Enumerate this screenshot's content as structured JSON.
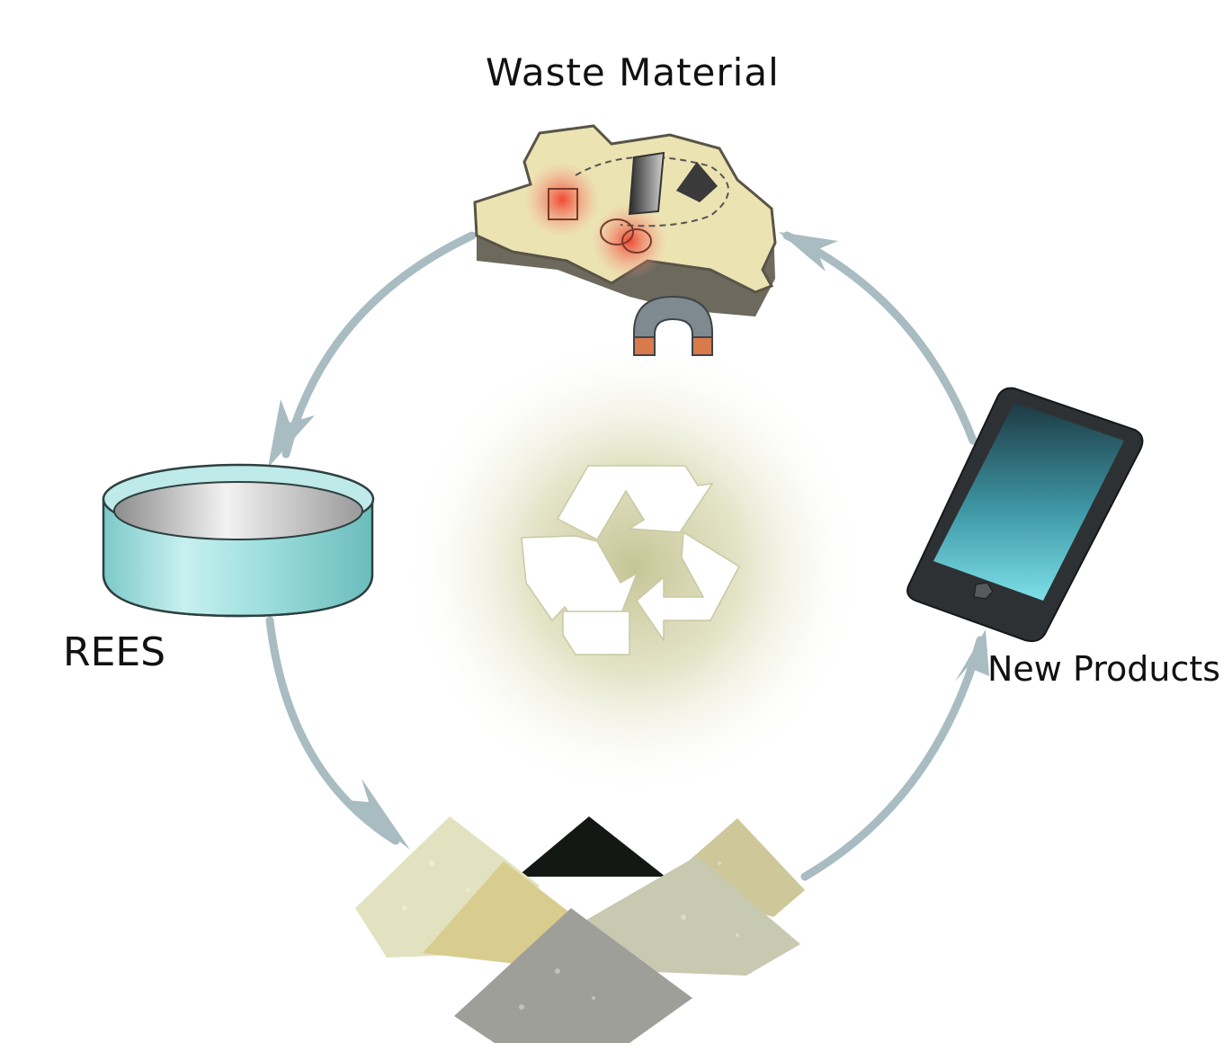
{
  "labels": {
    "waste_material": "Waste Material",
    "rees": "REES",
    "new_products": "New Products"
  },
  "colors": {
    "cycle_arrow": "#a8bcc2",
    "ore_rock": "#e8e0b0",
    "hot_spot": "#f05a3c",
    "beaker_glass": "#8fd6d6",
    "tablet_screen": "#5ec8d4",
    "glow_center": "#c8c79a",
    "recycle_symbol": "#ffffff"
  },
  "icons": [
    "ore-rock-icon",
    "magnet-icon",
    "petri-dish-icon",
    "tablet-icon",
    "powder-piles-icon",
    "recycle-icon"
  ]
}
